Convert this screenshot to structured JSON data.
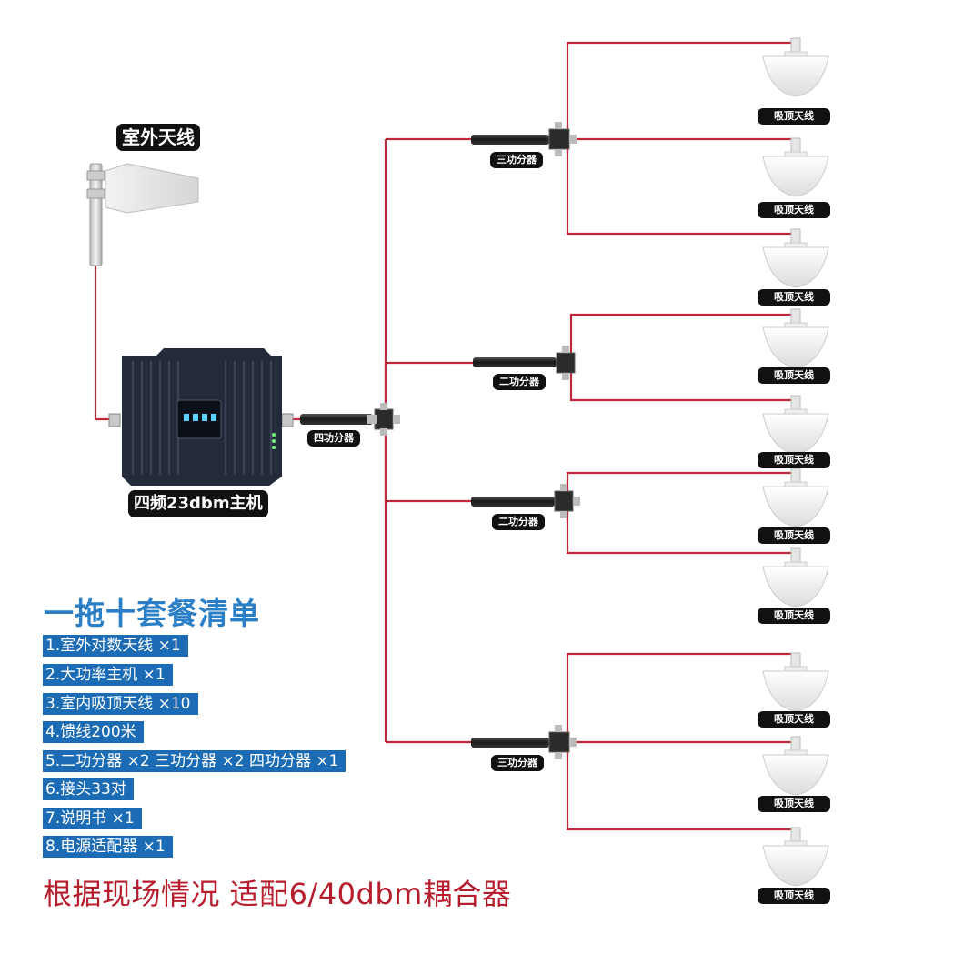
{
  "labels": {
    "outdoor_antenna": "室外天线",
    "host": "四频23dbm主机",
    "splitter4": "四功分器",
    "splitter3": "三功分器",
    "splitter2": "二功分器",
    "ceiling_antenna": "吸顶天线"
  },
  "package": {
    "title": "一拖十套餐清单",
    "items": [
      "1.室外对数天线 ×1",
      "2.大功率主机 ×1",
      "3.室内吸顶天线 ×10",
      "4.馈线200米",
      "5.二功分器 ×2 三功分器 ×2 四功分器 ×1",
      "6.接头33对",
      "7.说明书 ×1",
      "8.电源适配器 ×1"
    ]
  },
  "footer": "根据现场情况 适配6/40dbm耦合器",
  "colors": {
    "cable": "#c0283a",
    "label_bg": "#111111",
    "list_bg": "#1c6cb5",
    "title": "#2a7fc6",
    "footer": "#b71e2d"
  }
}
